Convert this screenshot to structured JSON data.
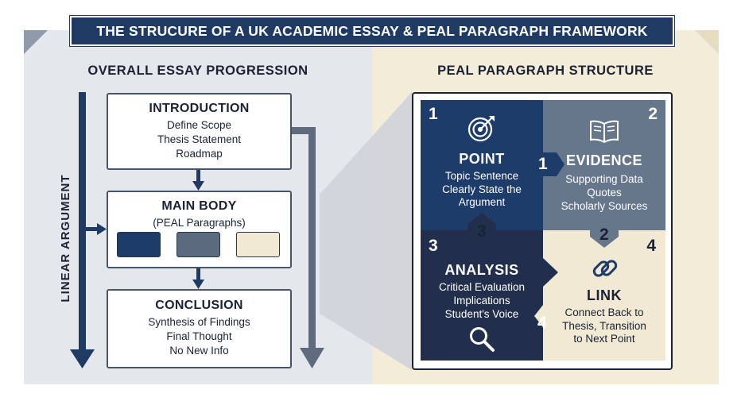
{
  "banner_title": "THE STRUCURE OF A UK ACADEMIC ESSAY & PEAL PARAGRAPH FRAMEWORK",
  "left": {
    "title": "OVERALL ESSAY PROGRESSION",
    "side_label": "LINEAR ARGUMENT",
    "introduction": {
      "heading": "INTRODUCTION",
      "lines": [
        "Define Scope",
        "Thesis Statement",
        "Roadmap"
      ]
    },
    "main_body": {
      "heading": "MAIN BODY",
      "subheading": "(PEAL Paragraphs)"
    },
    "conclusion": {
      "heading": "CONCLUSION",
      "lines": [
        "Synthesis of Findings",
        "Final Thought",
        "No New Info"
      ]
    }
  },
  "right": {
    "title": "PEAL PARAGRAPH STRUCTURE",
    "point": {
      "number": "1",
      "heading": "POINT",
      "lines": [
        "Topic Sentence",
        "Clearly State the",
        "Argument"
      ],
      "icon": "target-icon"
    },
    "evidence": {
      "number": "2",
      "heading": "EVIDENCE",
      "lines": [
        "Supporting Data",
        "Quotes",
        "Scholarly Sources"
      ],
      "icon": "book-icon"
    },
    "analysis": {
      "number": "3",
      "heading": "ANALYSIS",
      "lines": [
        "Critical Evaluation",
        "Implications",
        "Student's Voice"
      ],
      "icon": "magnifier-icon"
    },
    "link": {
      "number": "4",
      "heading": "LINK",
      "lines": [
        "Connect Back to",
        "Thesis, Transition",
        "to Next Point"
      ],
      "icon": "chain-link-icon"
    },
    "connectors": {
      "point_to_evidence": "1",
      "evidence_to_link": "2",
      "analysis_to_point": "3",
      "link_to_analysis": "4"
    }
  },
  "colors": {
    "navy": "#1e3c69",
    "slate": "#66768b",
    "dark_navy": "#222f4c",
    "cream": "#f1e9d4",
    "arrow_gray": "#5f6b7d",
    "arrow_navy": "#1f3b63"
  }
}
